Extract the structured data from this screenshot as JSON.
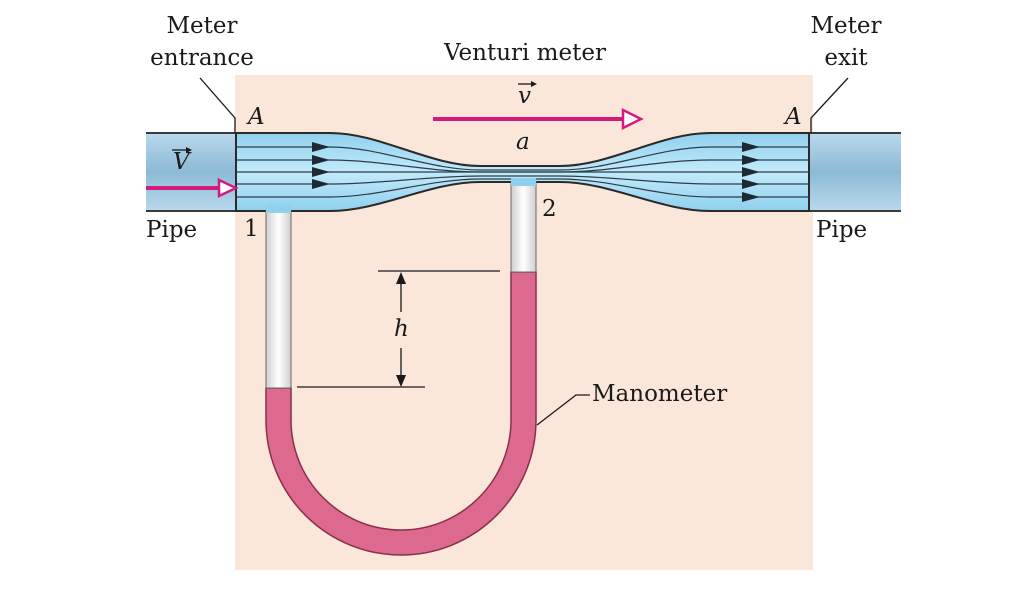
{
  "labels": {
    "meter_entrance": [
      "Meter",
      "entrance"
    ],
    "meter_exit": [
      "Meter",
      "exit"
    ],
    "venturi_meter": "Venturi meter",
    "v_small": "v",
    "v_big": "V",
    "area_large_left": "A",
    "area_large_right": "A",
    "area_small": "a",
    "pipe_left": "Pipe",
    "pipe_right": "Pipe",
    "point_1": "1",
    "point_2": "2",
    "height": "h",
    "manometer": "Manometer"
  },
  "colors": {
    "background_panel": "#fbe7da",
    "pipe_blue": "#8fbfdc",
    "water_blue": "#a8ddf4",
    "fluid_pink": "#dd6a8e",
    "velocity_arrow": "#d6197e",
    "streamline": "#2d3c48"
  }
}
